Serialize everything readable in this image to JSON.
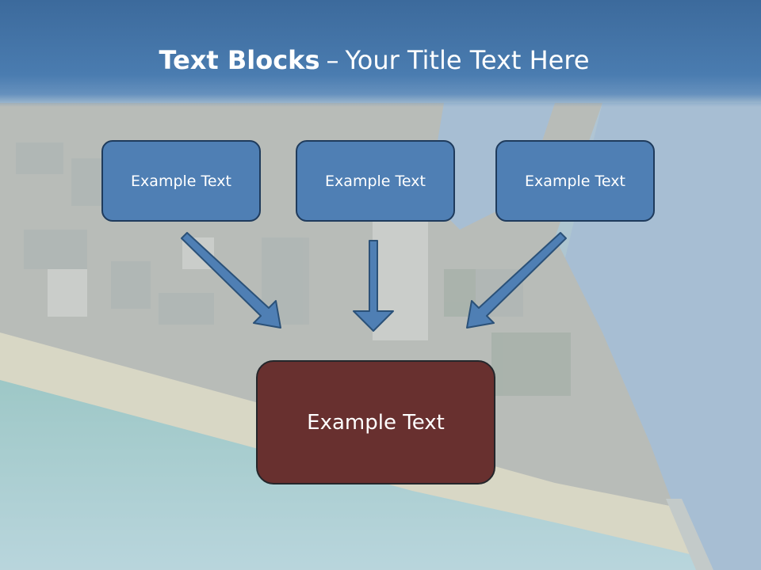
{
  "slide": {
    "title_bold": "Text Blocks",
    "title_dash": "–",
    "title_rest": "Your Title Text Here"
  },
  "diagram": {
    "top_boxes": [
      {
        "label": "Example Text"
      },
      {
        "label": "Example Text"
      },
      {
        "label": "Example Text"
      }
    ],
    "bottom_box": {
      "label": "Example Text"
    }
  },
  "colors": {
    "title_band": "#3c6a9c",
    "box_fill": "#4f7fb4",
    "box_border": "#1f3b5c",
    "bottom_fill": "#68302f",
    "arrow_fill": "#4f7fb4"
  }
}
